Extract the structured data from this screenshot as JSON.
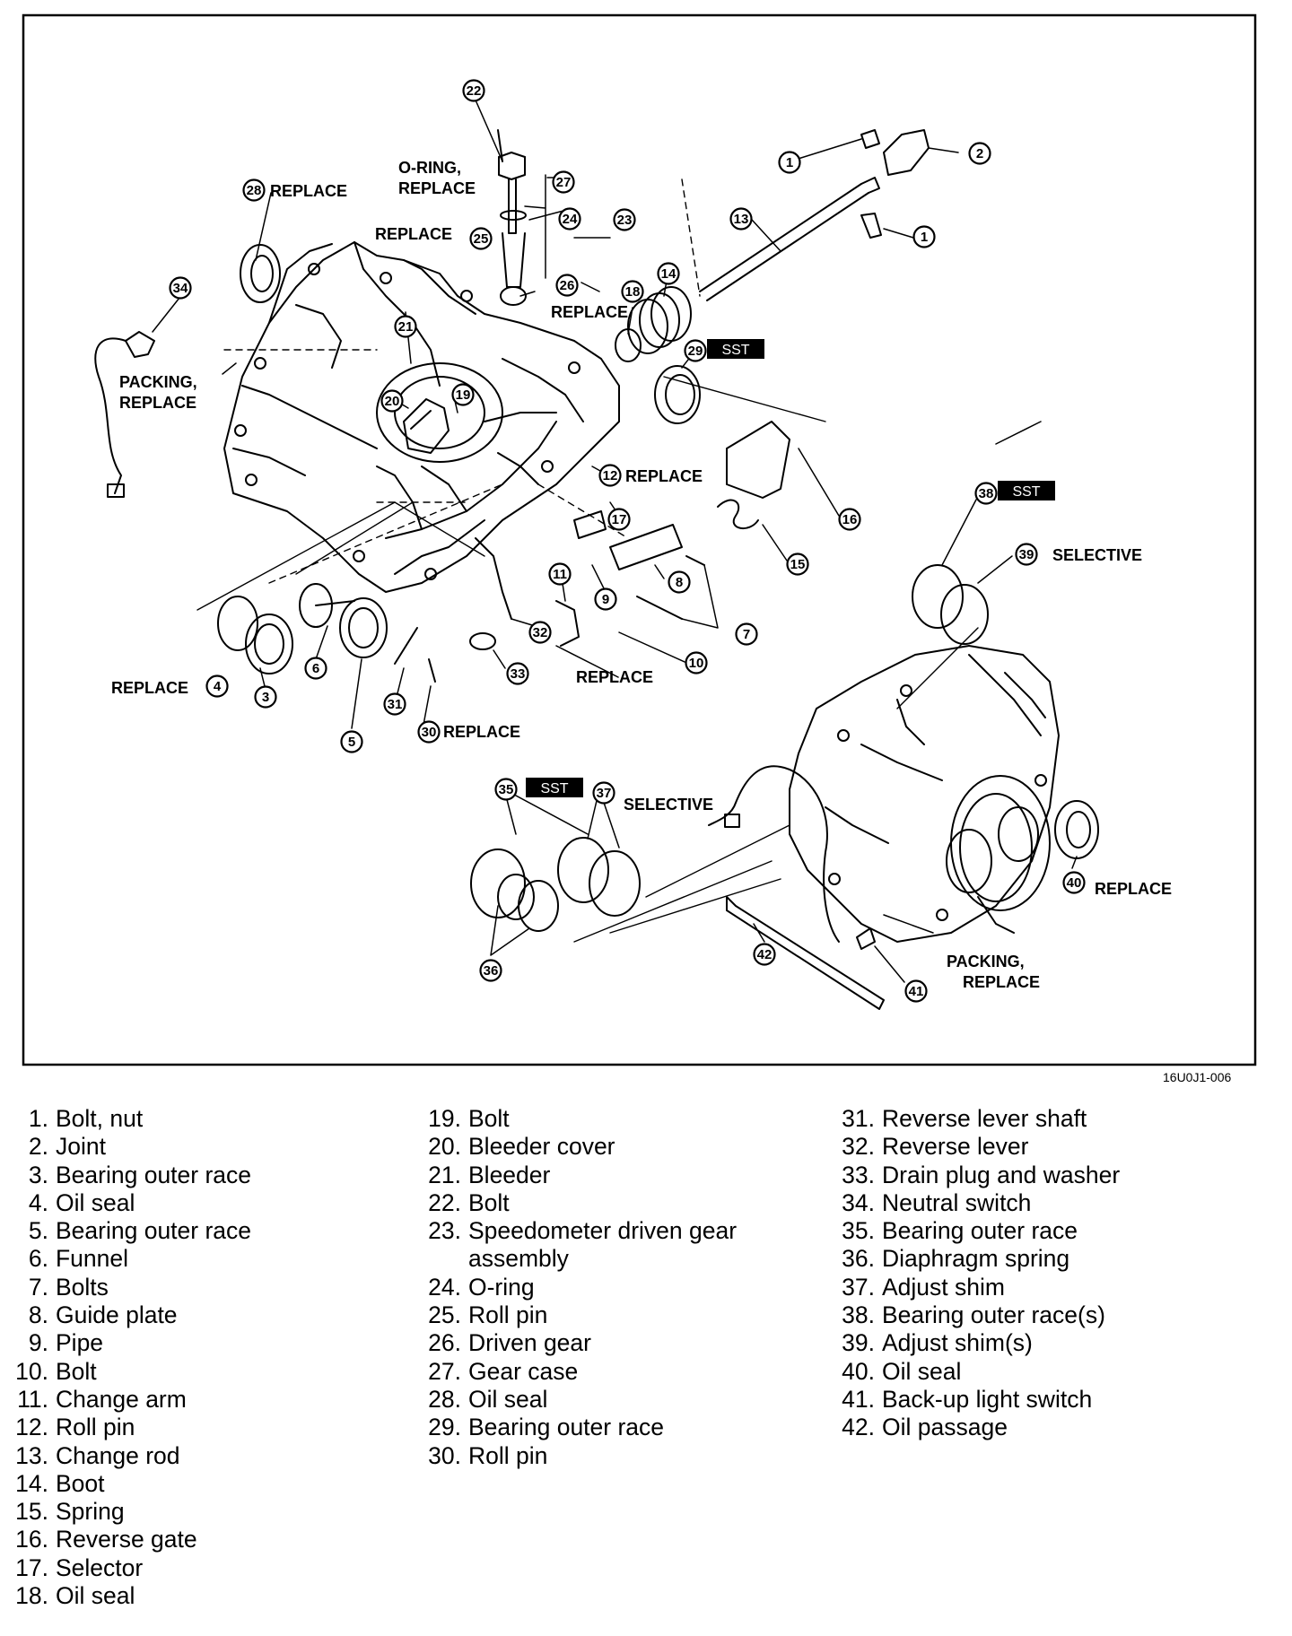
{
  "figure_code": "16U0J1-006",
  "diagram": {
    "callouts": {
      "c1a": "1",
      "c1b": "1",
      "c2": "2",
      "c3": "3",
      "c4": "4",
      "c5": "5",
      "c6": "6",
      "c7": "7",
      "c8": "8",
      "c9": "9",
      "c10": "10",
      "c11": "11",
      "c12": "12",
      "c13": "13",
      "c14": "14",
      "c15": "15",
      "c16": "16",
      "c17": "17",
      "c18": "18",
      "c19": "19",
      "c20": "20",
      "c21": "21",
      "c22": "22",
      "c23": "23",
      "c24": "24",
      "c25": "25",
      "c26": "26",
      "c27": "27",
      "c28": "28",
      "c29": "29",
      "c30": "30",
      "c31": "31",
      "c32": "32",
      "c33": "33",
      "c34": "34",
      "c35": "35",
      "c36": "36",
      "c37": "37",
      "c38": "38",
      "c39": "39",
      "c40": "40",
      "c41": "41",
      "c42": "42"
    },
    "notes": {
      "replace_28": "REPLACE",
      "oring_replace_l1": "O-RING,",
      "oring_replace_l2": "REPLACE",
      "replace_25": "REPLACE",
      "replace_18": "REPLACE",
      "packing_l1": "PACKING,",
      "packing_l2": "REPLACE",
      "replace_12": "REPLACE",
      "replace_4": "REPLACE",
      "replace_10": "REPLACE",
      "replace_30": "REPLACE",
      "selective_39": "SELECTIVE",
      "selective_37": "SELECTIVE",
      "replace_40": "REPLACE",
      "packing2_l1": "PACKING,",
      "packing2_l2": "REPLACE"
    },
    "sst_badges": {
      "b29": "SST",
      "b38": "SST",
      "b35": "SST"
    }
  },
  "legend": {
    "col1": [
      {
        "num": "1.",
        "text": "Bolt, nut"
      },
      {
        "num": "2.",
        "text": "Joint"
      },
      {
        "num": "3.",
        "text": "Bearing outer race"
      },
      {
        "num": "4.",
        "text": "Oil seal"
      },
      {
        "num": "5.",
        "text": "Bearing outer race"
      },
      {
        "num": "6.",
        "text": "Funnel"
      },
      {
        "num": "7.",
        "text": "Bolts"
      },
      {
        "num": "8.",
        "text": "Guide plate"
      },
      {
        "num": "9.",
        "text": "Pipe"
      },
      {
        "num": "10.",
        "text": "Bolt"
      },
      {
        "num": "11.",
        "text": "Change arm"
      },
      {
        "num": "12.",
        "text": "Roll pin"
      },
      {
        "num": "13.",
        "text": "Change rod"
      },
      {
        "num": "14.",
        "text": "Boot"
      },
      {
        "num": "15.",
        "text": "Spring"
      },
      {
        "num": "16.",
        "text": "Reverse gate"
      },
      {
        "num": "17.",
        "text": "Selector"
      },
      {
        "num": "18.",
        "text": "Oil seal"
      }
    ],
    "col2": [
      {
        "num": "19.",
        "text": "Bolt"
      },
      {
        "num": "20.",
        "text": "Bleeder cover"
      },
      {
        "num": "21.",
        "text": "Bleeder"
      },
      {
        "num": "22.",
        "text": "Bolt"
      },
      {
        "num": "23.",
        "text": "Speedometer driven gear\nassembly"
      },
      {
        "num": "24.",
        "text": "O-ring"
      },
      {
        "num": "25.",
        "text": "Roll pin"
      },
      {
        "num": "26.",
        "text": "Driven gear"
      },
      {
        "num": "27.",
        "text": "Gear case"
      },
      {
        "num": "28.",
        "text": "Oil seal"
      },
      {
        "num": "29.",
        "text": "Bearing outer race"
      },
      {
        "num": "30.",
        "text": "Roll pin"
      }
    ],
    "col3": [
      {
        "num": "31.",
        "text": "Reverse lever shaft"
      },
      {
        "num": "32.",
        "text": "Reverse lever"
      },
      {
        "num": "33.",
        "text": "Drain plug and washer"
      },
      {
        "num": "34.",
        "text": "Neutral switch"
      },
      {
        "num": "35.",
        "text": "Bearing outer race"
      },
      {
        "num": "36.",
        "text": "Diaphragm spring"
      },
      {
        "num": "37.",
        "text": "Adjust shim"
      },
      {
        "num": "38.",
        "text": "Bearing outer race(s)"
      },
      {
        "num": "39.",
        "text": "Adjust shim(s)"
      },
      {
        "num": "40.",
        "text": "Oil seal"
      },
      {
        "num": "41.",
        "text": "Back-up light switch"
      },
      {
        "num": "42.",
        "text": "Oil passage"
      }
    ]
  }
}
